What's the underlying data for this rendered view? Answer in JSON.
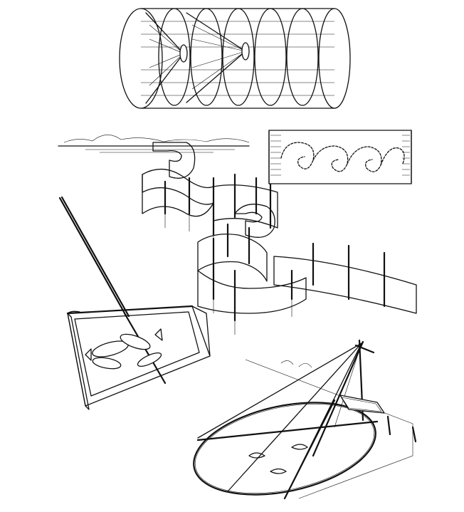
{
  "figures": [
    {
      "id": "cylindrical-fish-trap",
      "icon": "fish-trap-icon"
    },
    {
      "id": "spiral-net-fence",
      "icon": "net-fence-icon"
    },
    {
      "id": "spiral-fence-plan",
      "icon": "fence-plan-icon"
    },
    {
      "id": "woven-scoop-basket",
      "icon": "fish-basket-icon"
    },
    {
      "id": "lift-net",
      "icon": "lift-net-icon"
    }
  ],
  "colors": {
    "ink": "#111111",
    "paper": "#ffffff"
  }
}
